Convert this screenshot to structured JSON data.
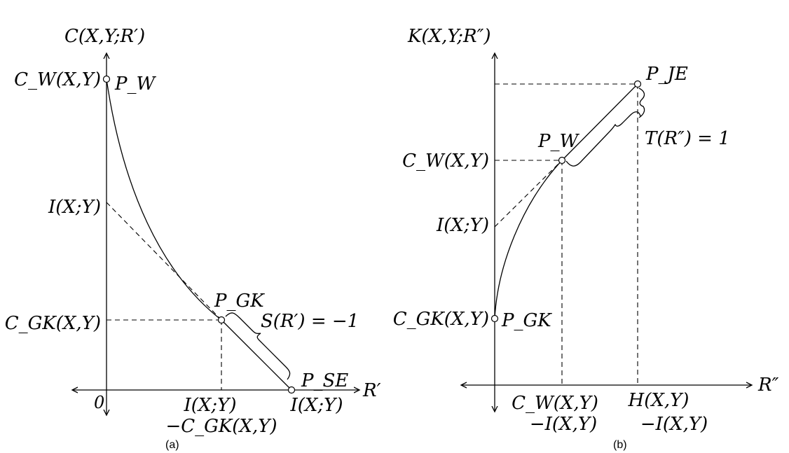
{
  "panel_a": {
    "y_axis_label": "C(X,Y;R′)",
    "x_axis_label": "R′",
    "origin_label": "0",
    "y_ticks": {
      "cw": "C_W(X,Y)",
      "ixy": "I(X;Y)",
      "cgk": "C_GK(X,Y)"
    },
    "x_ticks": {
      "diff_line1": "I(X;Y)",
      "diff_line2": "−C_GK(X,Y)",
      "ixy": "I(X;Y)"
    },
    "points": {
      "pw": "P_W",
      "pgk": "P_GK",
      "pse": "P_SE"
    },
    "slope_label": "S(R′) = −1",
    "caption": "(a)"
  },
  "panel_b": {
    "y_axis_label": "K(X,Y;R″)",
    "x_axis_label": "R″",
    "y_ticks": {
      "cw": "C_W(X,Y)",
      "ixy": "I(X;Y)",
      "cgk": "C_GK(X,Y)"
    },
    "x_ticks": {
      "cw_line1": "C_W(X,Y)",
      "cw_line2": "−I(X,Y)",
      "h_line1": "H(X,Y)",
      "h_line2": "−I(X,Y)"
    },
    "points": {
      "pje": "P_JE",
      "pw": "P_W",
      "pgk": "P_GK"
    },
    "slope_label": "T(R″) = 1",
    "caption": "(b)"
  }
}
